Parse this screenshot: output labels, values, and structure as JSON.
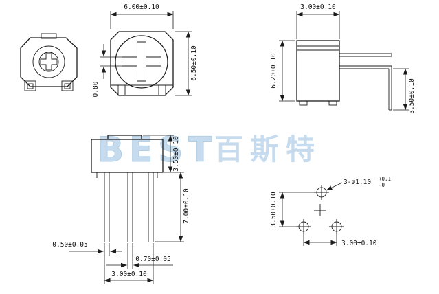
{
  "watermark": {
    "latin": "BEST",
    "cjk": "百斯特"
  },
  "views": {
    "front": {
      "dim_width": "6.00±0.10",
      "dim_height": "6.50±0.10",
      "dim_slot": "0.80"
    },
    "side": {
      "dim_width": "3.00±0.10",
      "dim_height": "6.20±0.10",
      "dim_pin": "3.50±0.10"
    },
    "elevation": {
      "dim_upper_height": "3.50±0.10",
      "dim_total_height": "7.00±0.10",
      "dim_pin_thickness": "0.50±0.05",
      "dim_pin_width": "0.70±0.05",
      "dim_pin_span": "3.00±0.10"
    },
    "pin_layout": {
      "hole_callout": "3-ø1.10",
      "hole_tol_upper": "+0.1",
      "hole_tol_lower": "-0",
      "dim_vertical": "3.50±0.10",
      "dim_horizontal": "3.00±0.10"
    }
  }
}
